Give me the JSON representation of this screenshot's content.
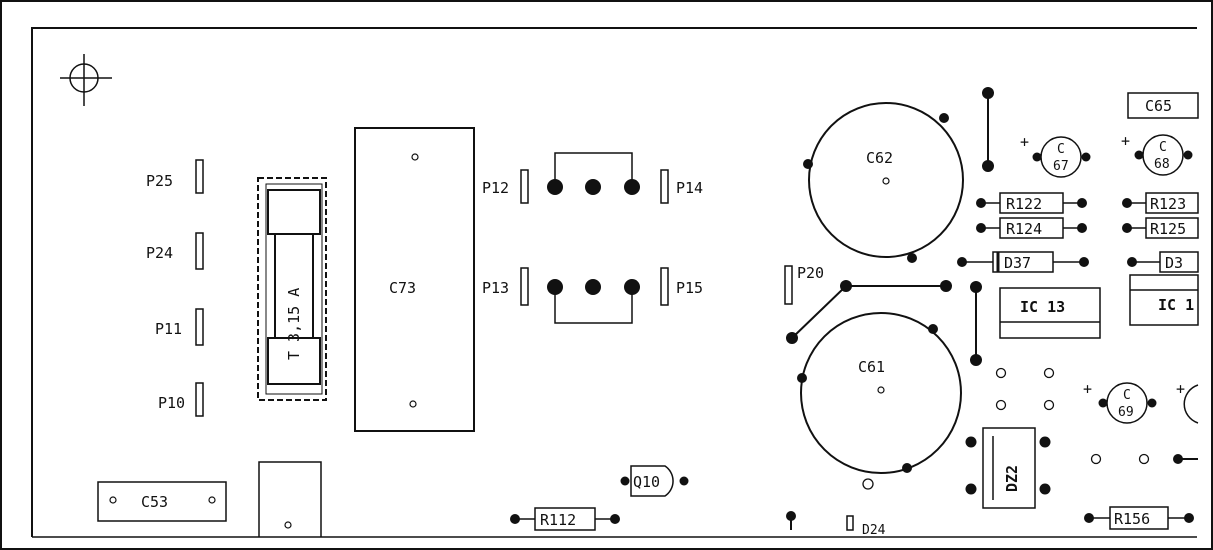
{
  "labels": {
    "p25": "P25",
    "p24": "P24",
    "p11": "P11",
    "p10": "P10",
    "fuse": "T 3,15 A",
    "c73": "C73",
    "p12": "P12",
    "p13": "P13",
    "p14": "P14",
    "p15": "P15",
    "p20": "P20",
    "c62": "C62",
    "c61": "C61",
    "c65": "C65",
    "c67_a": "C",
    "c67_b": "67",
    "c68_a": "C",
    "c68_b": "68",
    "c69_a": "C",
    "c69_b": "69",
    "r122": "R122",
    "r124": "R124",
    "r123": "R123",
    "r125": "R125",
    "d37": "D37",
    "d3x": "D3",
    "ic13": "IC 13",
    "ic1x": "IC 1",
    "dz2": "DZ2",
    "q10": "Q10",
    "r112": "R112",
    "r156": "R156",
    "c53": "C53",
    "d24": "D24"
  },
  "plus_sign": "+"
}
